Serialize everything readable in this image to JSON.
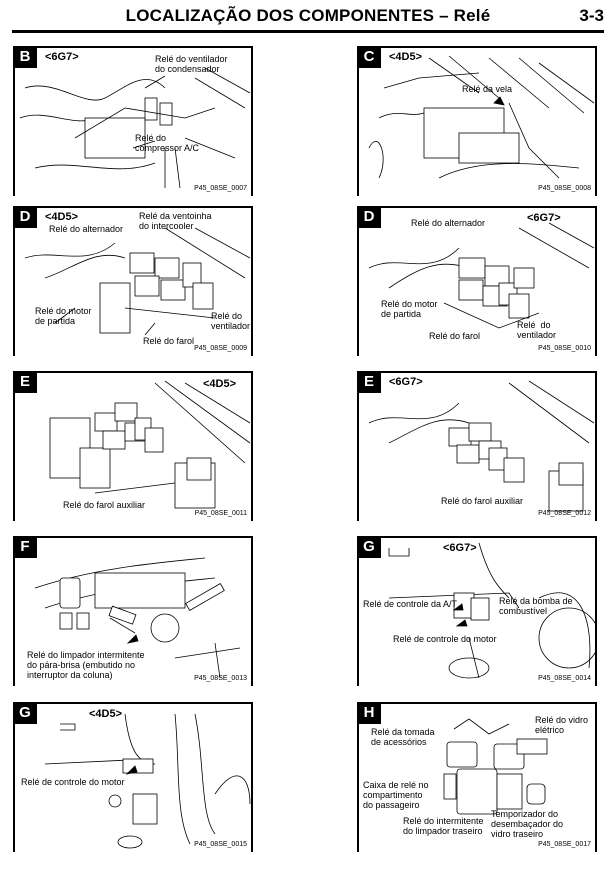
{
  "header": {
    "title": "LOCALIZAÇÃO DOS COMPONENTES – Relé",
    "page_number": "3-3"
  },
  "panels": [
    {
      "letter": "B",
      "variant": "<6G7>",
      "labels": [
        "Relé do ventilador\ndo condensador",
        "Relé do\ncompressor A/C"
      ],
      "code": "P45_08SE_0007"
    },
    {
      "letter": "C",
      "variant": "<4D5>",
      "labels": [
        "Relé da vela"
      ],
      "code": "P45_08SE_0008"
    },
    {
      "letter": "D",
      "variant": "<4D5>",
      "labels": [
        "Relé do alternador",
        "Relé da ventoinha\ndo intercooler",
        "Relé do motor\nde partida",
        "Relé do farol",
        "Relé do\nventilador"
      ],
      "code": "P45_08SE_0009"
    },
    {
      "letter": "D",
      "variant": "<6G7>",
      "labels": [
        "Relé do alternador",
        "Relé do motor\nde partida",
        "Relé do farol",
        "Relé  do\nventilador"
      ],
      "code": "P45_08SE_0010"
    },
    {
      "letter": "E",
      "variant": "<4D5>",
      "labels": [
        "Relé do farol auxiliar"
      ],
      "code": "P45_08SE_0011"
    },
    {
      "letter": "E",
      "variant": "<6G7>",
      "labels": [
        "Relé do farol auxiliar"
      ],
      "code": "P45_08SE_0012"
    },
    {
      "letter": "F",
      "variant": "",
      "labels": [
        "Relé do limpador intermitente\ndo pára-brisa (embutido no\ninterruptor da coluna)"
      ],
      "code": "P45_08SE_0013"
    },
    {
      "letter": "G",
      "variant": "<6G7>",
      "labels": [
        "Relé de controle da A/T",
        "Relé da bomba de\ncombustível",
        "Relé de controle do motor"
      ],
      "code": "P45_08SE_0014"
    },
    {
      "letter": "G",
      "variant": "<4D5>",
      "labels": [
        "Relé de controle do motor"
      ],
      "code": "P45_08SE_0015"
    },
    {
      "letter": "H",
      "variant": "",
      "labels": [
        "Relé da tomada\nde acessórios",
        "Relé do vidro\nelétrico",
        "Caixa de relé no\ncompartimento\ndo passageiro",
        "Relé do intermitente\ndo limpador traseiro",
        "Temporizador do\ndesembaçador do\nvidro traseiro"
      ],
      "code": "P45_08SE_0017"
    }
  ]
}
